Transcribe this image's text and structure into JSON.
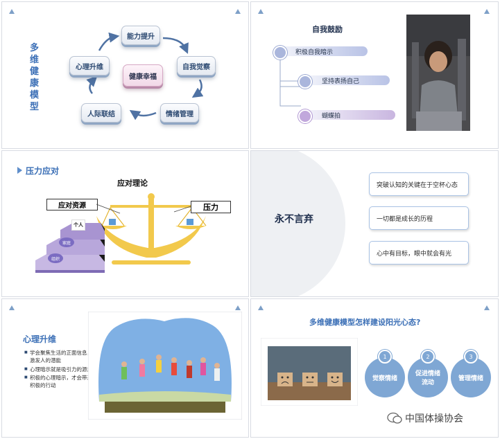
{
  "slide1": {
    "title": "多维健康模型",
    "center": "健康幸福",
    "nodes": [
      "能力提升",
      "自我觉察",
      "情绪管理",
      "人际联结",
      "心理升维"
    ]
  },
  "slide2": {
    "title": "自我鼓励",
    "items": [
      "积极自我暗示",
      "坚持表扬自己",
      "蝴蝶拍"
    ]
  },
  "slide3": {
    "section": "压力应对",
    "subtitle": "应对理论",
    "resource_label": "应对资源",
    "pressure_label": "压力",
    "steps": [
      "个人",
      "家庭",
      "组织"
    ]
  },
  "slide4": {
    "title": "永不言弃",
    "cards": [
      "突破认知的关键在于空杯心态",
      "一切都是成长的历程",
      "心中有目标，眼中就会有光"
    ]
  },
  "slide5": {
    "title": "心理升维",
    "bullets": [
      [
        "学会聚焦生活的正面信息，",
        "激发人的潜能"
      ],
      [
        "心理暗示就是吸引力的源泉"
      ],
      [
        "积极的心理暗示，才会带来",
        "积极的行动"
      ]
    ]
  },
  "slide6": {
    "title": "多维健康模型怎样建设阳光心态?",
    "steps": [
      {
        "num": "1",
        "label": "觉察情绪"
      },
      {
        "num": "2",
        "label": "促进情绪流动"
      },
      {
        "num": "3",
        "label": "管理情绪"
      }
    ]
  },
  "watermark": "中国体操协会",
  "colors": {
    "accent": "#3b6fb6",
    "dark": "#1f2f4d",
    "circle": "#7fa7d4"
  }
}
